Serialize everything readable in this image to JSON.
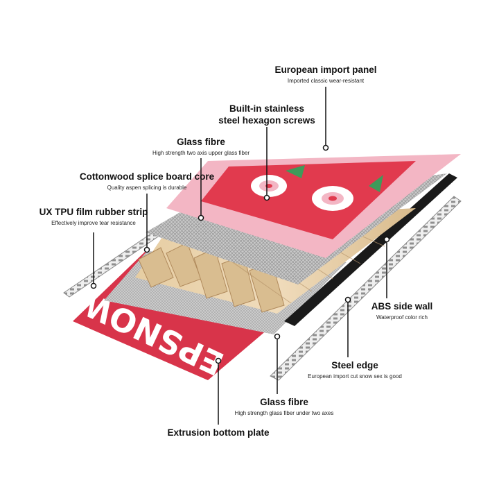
{
  "brand_text": "STEPSNOW",
  "labels": {
    "european_panel": {
      "title": "European import panel",
      "sub": "Imported classic wear-resistant"
    },
    "screws": {
      "title_line1": "Built-in stainless",
      "title_line2": "steel hexagon screws"
    },
    "glass_top": {
      "title": "Glass fibre",
      "sub": "High strength two axis upper glass fiber"
    },
    "core": {
      "title": "Cottonwood splice board core",
      "sub": "Quality aspen splicing is durable"
    },
    "tpu": {
      "title": "UX TPU film rubber strip",
      "sub": "Effectively improve tear resistance"
    },
    "abs": {
      "title": "ABS side wall",
      "sub": "Waterproof color rich"
    },
    "steel_edge": {
      "title": "Steel edge",
      "sub": "European import cut snow sex is good"
    },
    "glass_bottom": {
      "title": "Glass fibre",
      "sub": "High strength glass fiber under two axes"
    },
    "bottom_plate": {
      "title": "Extrusion bottom plate"
    }
  },
  "colors": {
    "top_panel": "#f3b6c4",
    "top_graphic": "#e13a4e",
    "graphic_green": "#3f9a5a",
    "bottom_plate": "#d8344a",
    "wood_light": "#e9d3ad",
    "wood_dark": "#b99466",
    "glass": "#bfbfbf",
    "abs": "#1a1a1a",
    "steel": "#9c9c9c"
  }
}
